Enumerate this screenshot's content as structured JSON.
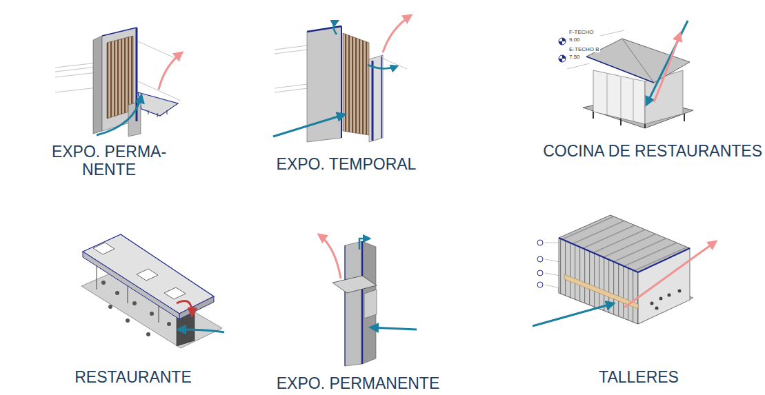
{
  "diagram": {
    "labels": [
      "EXPO. PERMA- NENTE",
      "EXPO. TEMPORAL",
      "F-TECHO",
      "9.00",
      "E-TECHO B",
      "7.50",
      "COCINA DE RESTAURANTES",
      "RESTAURANTE",
      "EXPO. PERMANENTE",
      "TALLERES"
    ]
  }
}
